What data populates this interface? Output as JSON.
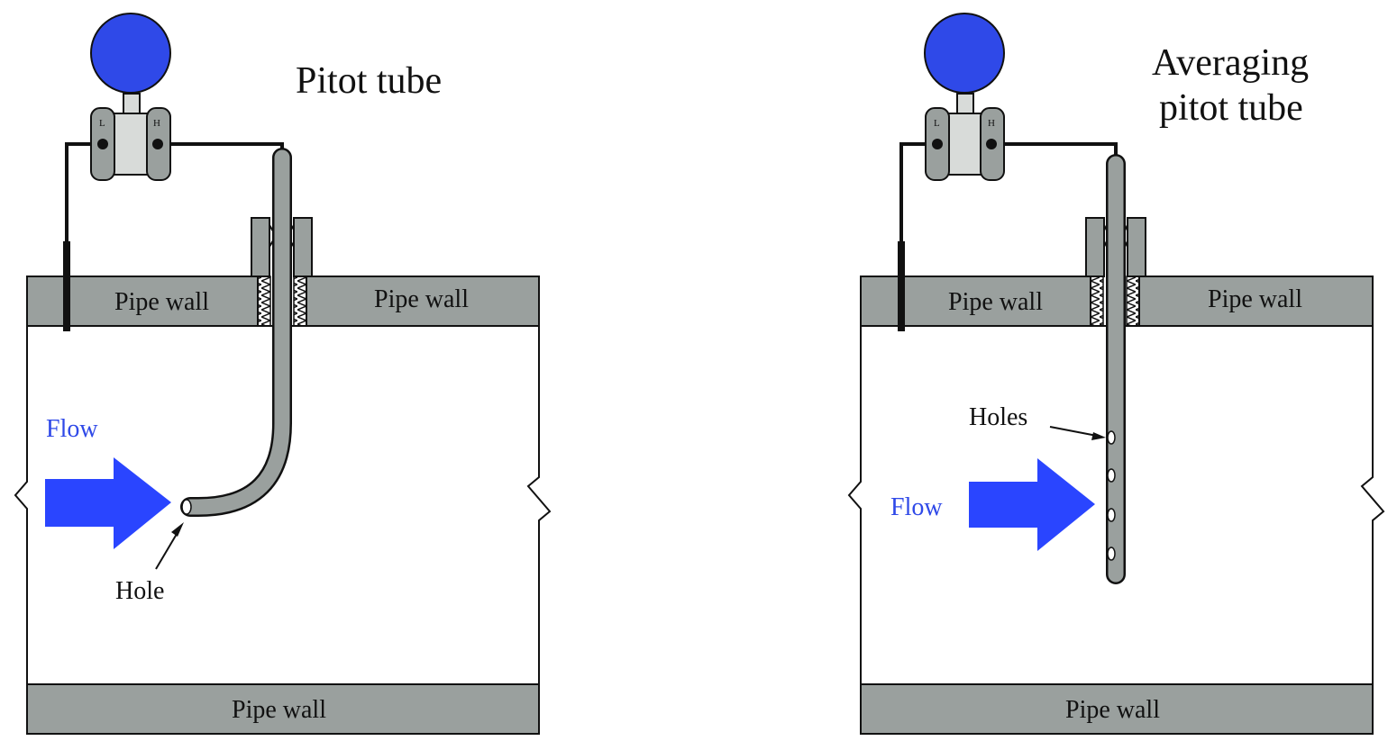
{
  "colors": {
    "wall": "#9aa09e",
    "tube": "#9aa09e",
    "gauge": "#2f49e8",
    "flow_arrow": "#2a45ff",
    "flow_text": "#2f49e8",
    "body": "#d8dbd9",
    "stroke": "#111111"
  },
  "left": {
    "title": "Pitot tube",
    "wall_top_left": "Pipe wall",
    "wall_top_right": "Pipe wall",
    "wall_bottom": "Pipe wall",
    "flow": "Flow",
    "hole": "Hole",
    "port_low": "L",
    "port_high": "H"
  },
  "right": {
    "title_line1": "Averaging",
    "title_line2": "pitot tube",
    "wall_top_left": "Pipe wall",
    "wall_top_right": "Pipe wall",
    "wall_bottom": "Pipe wall",
    "flow": "Flow",
    "holes": "Holes",
    "port_low": "L",
    "port_high": "H"
  },
  "icons": {
    "gauge": "round-gauge-icon",
    "transmitter": "dp-transmitter-icon",
    "flow": "flow-arrow-icon"
  }
}
